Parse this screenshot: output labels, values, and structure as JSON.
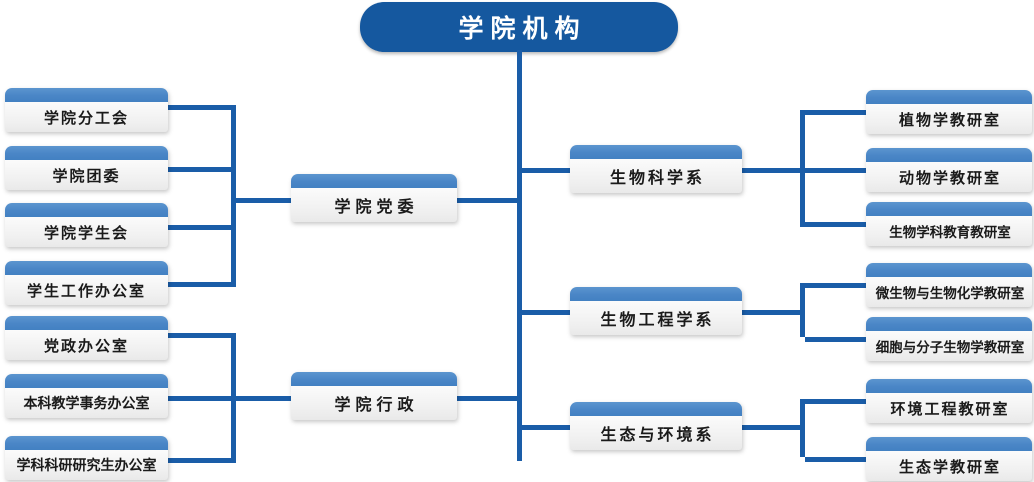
{
  "diagram": {
    "title": "学院机构",
    "type": "organizational-chart",
    "accent_color": "#15589f",
    "node_header_color": "#4a86c6",
    "node_body_color": "#f1f1f1",
    "connector_color": "#1a5da8",
    "text_color": "#1a1a1a"
  },
  "root": {
    "label": "学院机构"
  },
  "branches": {
    "party": {
      "label": "学院党委",
      "children": [
        {
          "label": "学院分工会"
        },
        {
          "label": "学院团委"
        },
        {
          "label": "学院学生会"
        },
        {
          "label": "学生工作办公室"
        }
      ]
    },
    "admin": {
      "label": "学院行政",
      "children": [
        {
          "label": "党政办公室"
        },
        {
          "label": "本科教学事务办公室"
        },
        {
          "label": "学科科研研究生办公室"
        }
      ]
    }
  },
  "departments": [
    {
      "label": "生物科学系",
      "children": [
        {
          "label": "植物学教研室"
        },
        {
          "label": "动物学教研室"
        },
        {
          "label": "生物学科教育教研室"
        }
      ]
    },
    {
      "label": "生物工程学系",
      "children": [
        {
          "label": "微生物与生物化学教研室"
        },
        {
          "label": "细胞与分子生物学教研室"
        }
      ]
    },
    {
      "label": "生态与环境系",
      "children": [
        {
          "label": "环境工程教研室"
        },
        {
          "label": "生态学教研室"
        }
      ]
    }
  ]
}
